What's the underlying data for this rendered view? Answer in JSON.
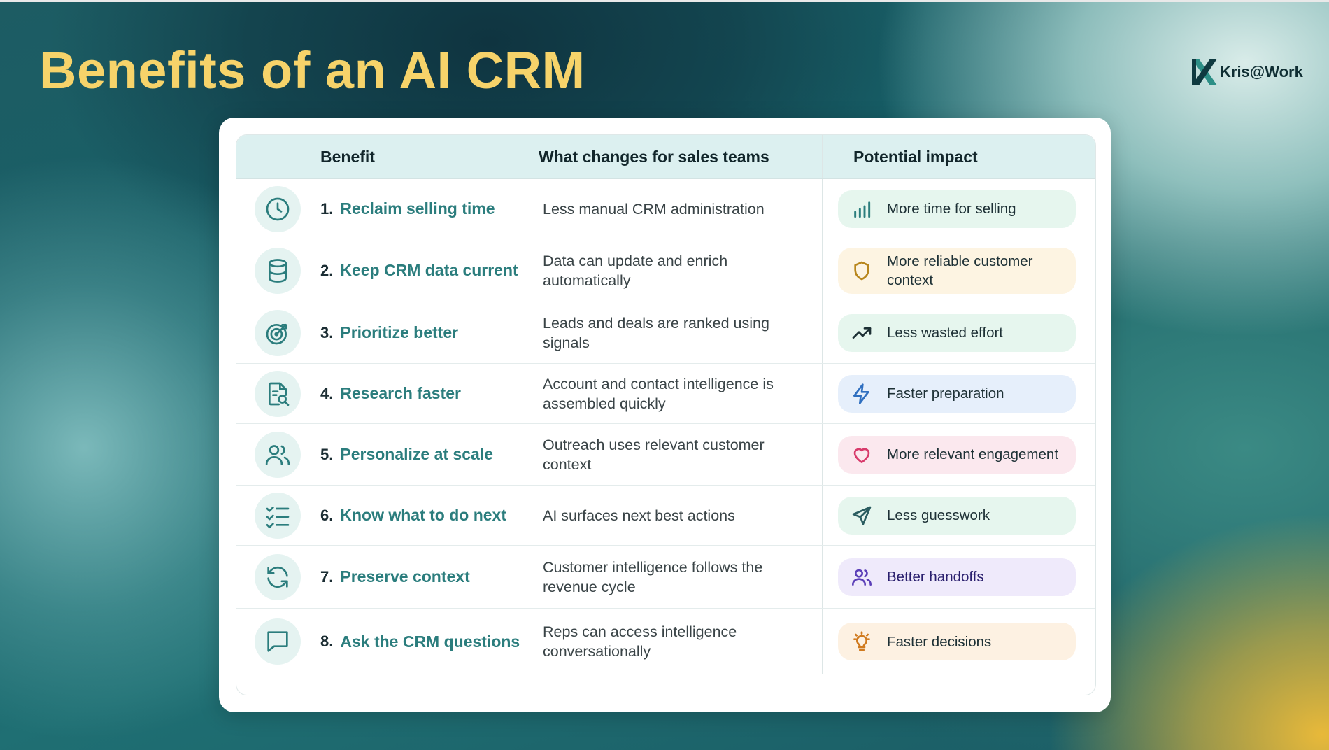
{
  "slide": {
    "title": "Benefits of an AI CRM",
    "logo_text": "Kris@Work",
    "accent_color": "#f6d36a",
    "brand_teal": "#2b7d7d"
  },
  "table": {
    "headers": [
      "Benefit",
      "What changes for sales teams",
      "Potential impact"
    ],
    "rows": [
      {
        "number": "1.",
        "benefit": "Reclaim selling time",
        "benefit_icon": "clock-icon",
        "change": "Less manual CRM administration",
        "impact": "More time for selling",
        "impact_icon": "bar-chart-icon",
        "impact_color": "#e6f6ee"
      },
      {
        "number": "2.",
        "benefit": "Keep CRM data current",
        "benefit_icon": "database-icon",
        "change": "Data can update and enrich automatically",
        "impact": "More reliable customer context",
        "impact_icon": "shield-icon",
        "impact_color": "#fdf4e2"
      },
      {
        "number": "3.",
        "benefit": "Prioritize better",
        "benefit_icon": "target-icon",
        "change": "Leads and deals are ranked using signals",
        "impact": "Less wasted effort",
        "impact_icon": "trending-up-icon",
        "impact_color": "#e6f6ee"
      },
      {
        "number": "4.",
        "benefit": "Research faster",
        "benefit_icon": "document-search-icon",
        "change": "Account and contact intelligence is assembled quickly",
        "impact": "Faster preparation",
        "impact_icon": "lightning-icon",
        "impact_color": "#e6effb"
      },
      {
        "number": "5.",
        "benefit": "Personalize at scale",
        "benefit_icon": "users-icon",
        "change": "Outreach uses relevant customer context",
        "impact": "More relevant engagement",
        "impact_icon": "heart-icon",
        "impact_color": "#fbe8ee"
      },
      {
        "number": "6.",
        "benefit": "Know what to do next",
        "benefit_icon": "checklist-icon",
        "change": "AI surfaces next best actions",
        "impact": "Less guesswork",
        "impact_icon": "send-icon",
        "impact_color": "#e6f6ee"
      },
      {
        "number": "7.",
        "benefit": "Preserve context",
        "benefit_icon": "refresh-icon",
        "change": "Customer intelligence follows the revenue cycle",
        "impact": "Better handoffs",
        "impact_icon": "people-icon",
        "impact_color": "#efeafb"
      },
      {
        "number": "8.",
        "benefit": "Ask the CRM questions",
        "benefit_icon": "chat-icon",
        "change": "Reps can access intelligence conversationally",
        "impact": "Faster decisions",
        "impact_icon": "lightbulb-icon",
        "impact_color": "#fdf1e2"
      }
    ]
  }
}
